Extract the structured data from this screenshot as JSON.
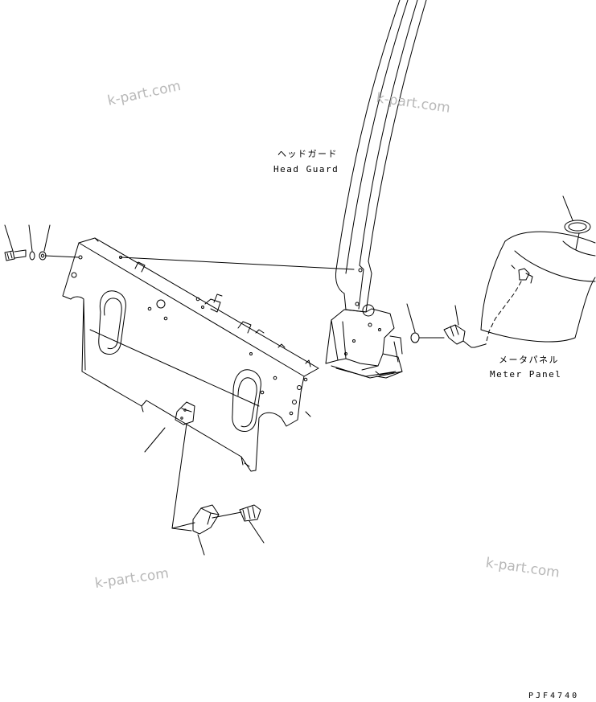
{
  "labels": {
    "head_guard_jp": "ヘッドガード",
    "head_guard_en": "Head Guard",
    "meter_panel_jp": "メータパネル",
    "meter_panel_en": "Meter Panel"
  },
  "watermarks": [
    "k-part.com",
    "k-part.com",
    "k-part.com",
    "k-part.com"
  ],
  "drawing_code": "PJF4740",
  "colors": {
    "line": "#000000",
    "watermark": "#b8b8b8",
    "background": "#ffffff"
  }
}
